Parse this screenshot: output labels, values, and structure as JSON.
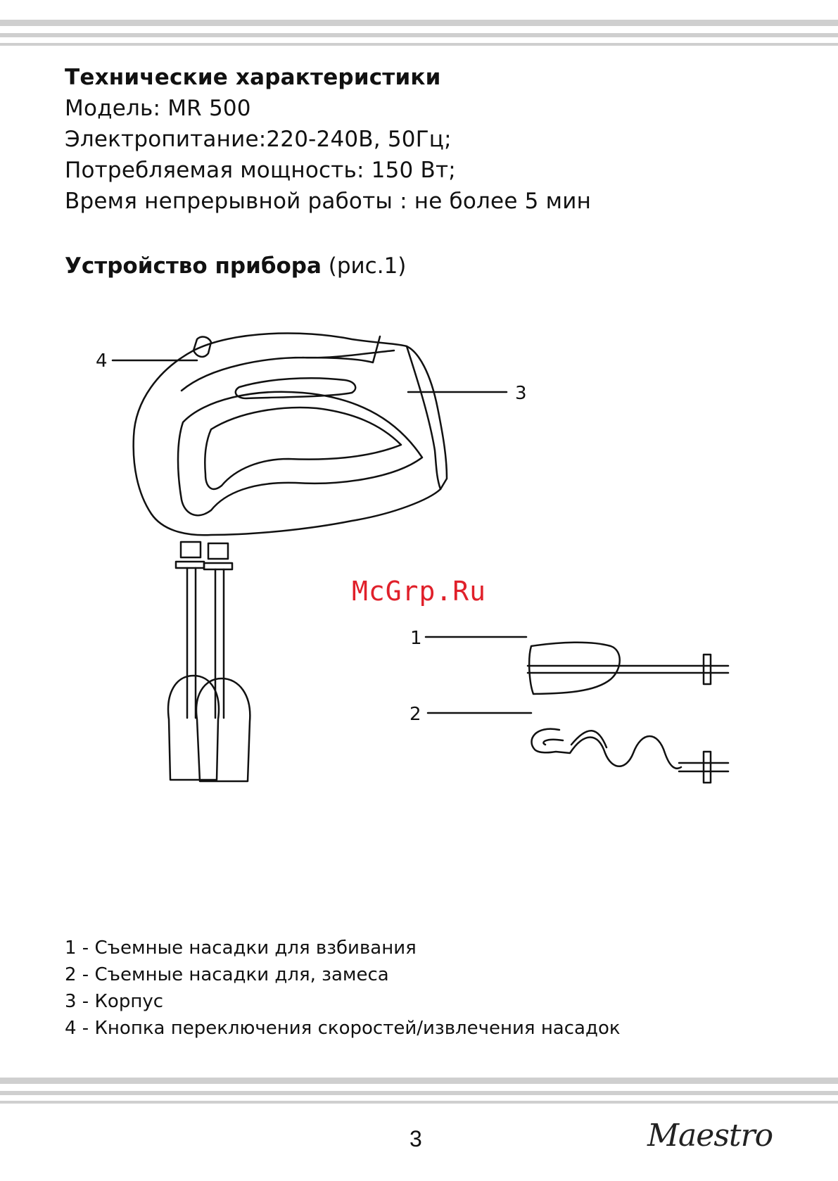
{
  "specs": {
    "title": "Технические характеристики",
    "model": "Модель: MR 500",
    "power_supply": "Электропитание:220-240В, 50Гц;",
    "power": "Потребляемая мощность: 150 Вт;",
    "runtime": "Время непрерывной работы : не более 5 мин"
  },
  "device": {
    "title": "Устройство прибора",
    "figure_ref": "(рис.1)"
  },
  "diagram_labels": {
    "l1": "1",
    "l2": "2",
    "l3": "3",
    "l4": "4"
  },
  "watermark": "McGrp.Ru",
  "legend": [
    "1 - Съемные насадки для взбивания",
    "2 - Съемные насадки для, замеса",
    "3 - Корпус",
    "4 - Кнопка переключения скоростей/извлечения насадок"
  ],
  "footer": {
    "page_number": "3",
    "brand": "Maestro"
  }
}
